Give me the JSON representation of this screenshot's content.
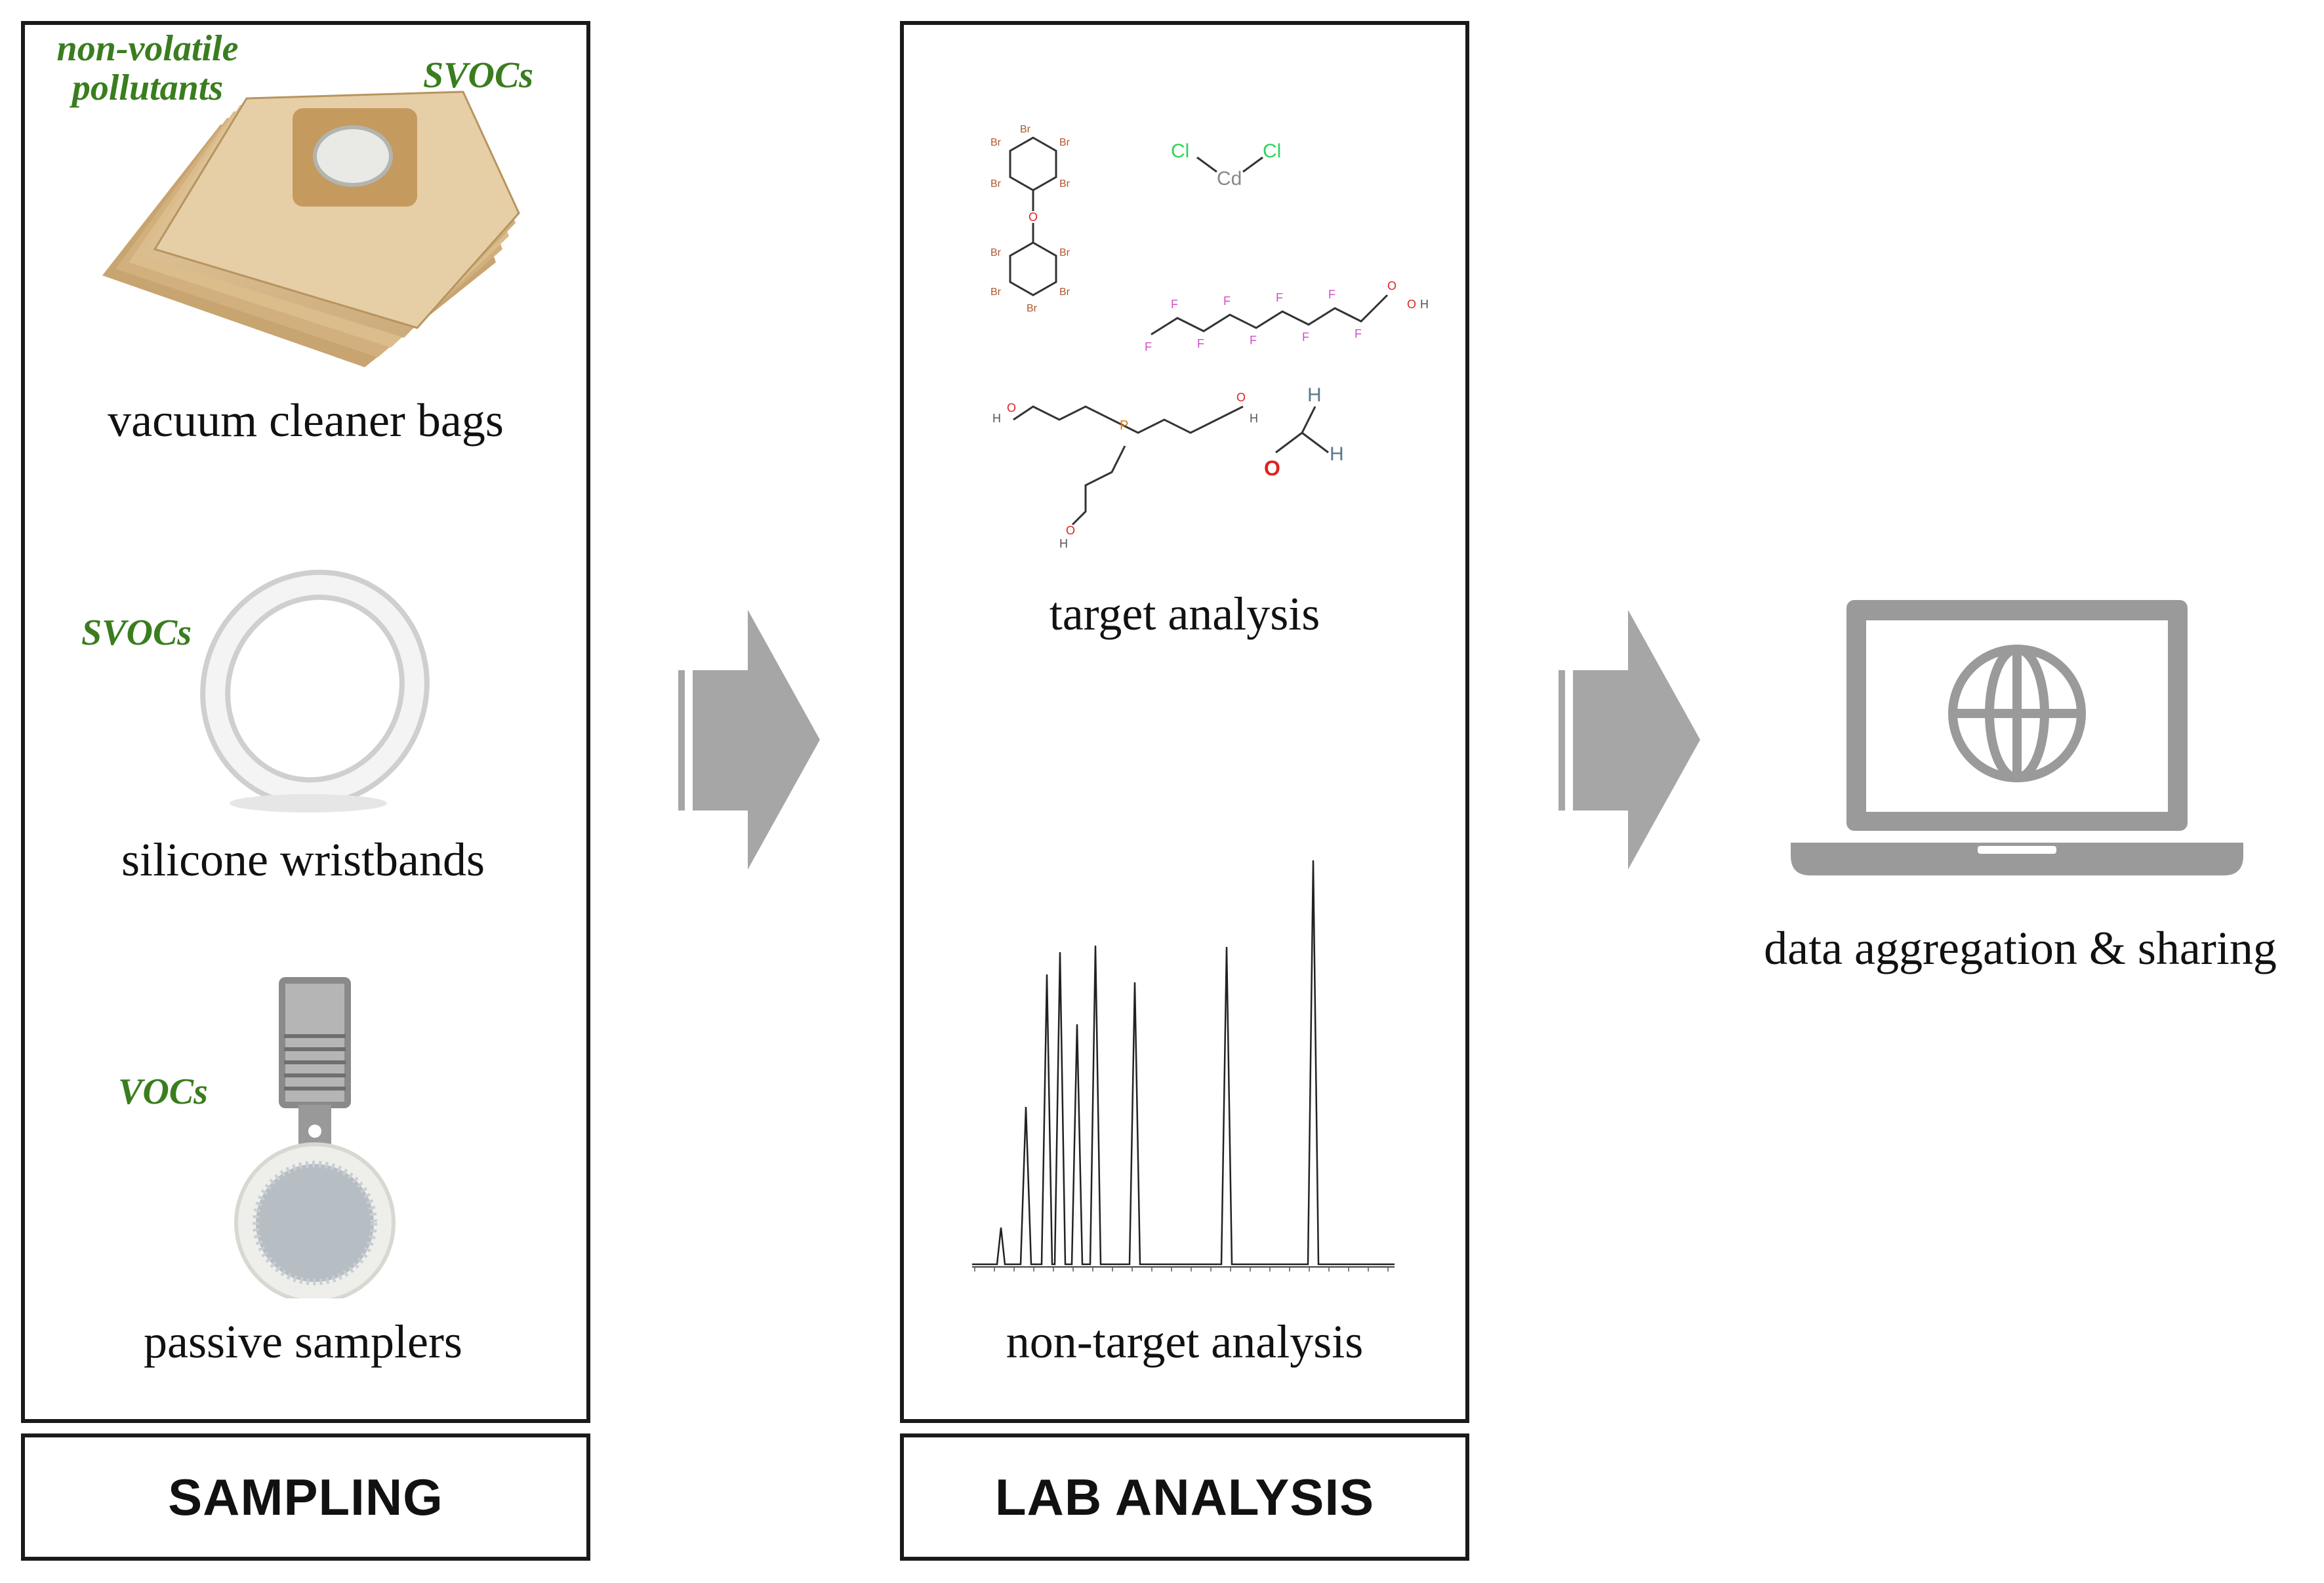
{
  "panels": {
    "sampling": {
      "label": "SAMPLING",
      "items": [
        {
          "caption": "vacuum cleaner bags",
          "tags": [
            "non-volatile pollutants",
            "SVOCs"
          ]
        },
        {
          "caption": "silicone wristbands",
          "tags": [
            "SVOCs"
          ]
        },
        {
          "caption": "passive samplers",
          "tags": [
            "VOCs"
          ]
        }
      ]
    },
    "lab": {
      "label": "LAB ANALYSIS",
      "items": [
        {
          "caption": "target analysis"
        },
        {
          "caption": "non-target analysis"
        }
      ]
    }
  },
  "output": {
    "caption": "data aggregation & sharing"
  },
  "molecules": {
    "br": "Br",
    "o": "O",
    "cl": "Cl",
    "cd": "Cd",
    "f": "F",
    "h": "H",
    "p": "P"
  },
  "colors": {
    "tag_green": "#3a7d1f",
    "arrow_gray": "#a6a6a6",
    "laptop_gray": "#9a9a9a",
    "chlorine": "#2fd35a",
    "fluorine": "#d050c8",
    "oxygen": "#e02020",
    "bromine": "#b0552e"
  }
}
